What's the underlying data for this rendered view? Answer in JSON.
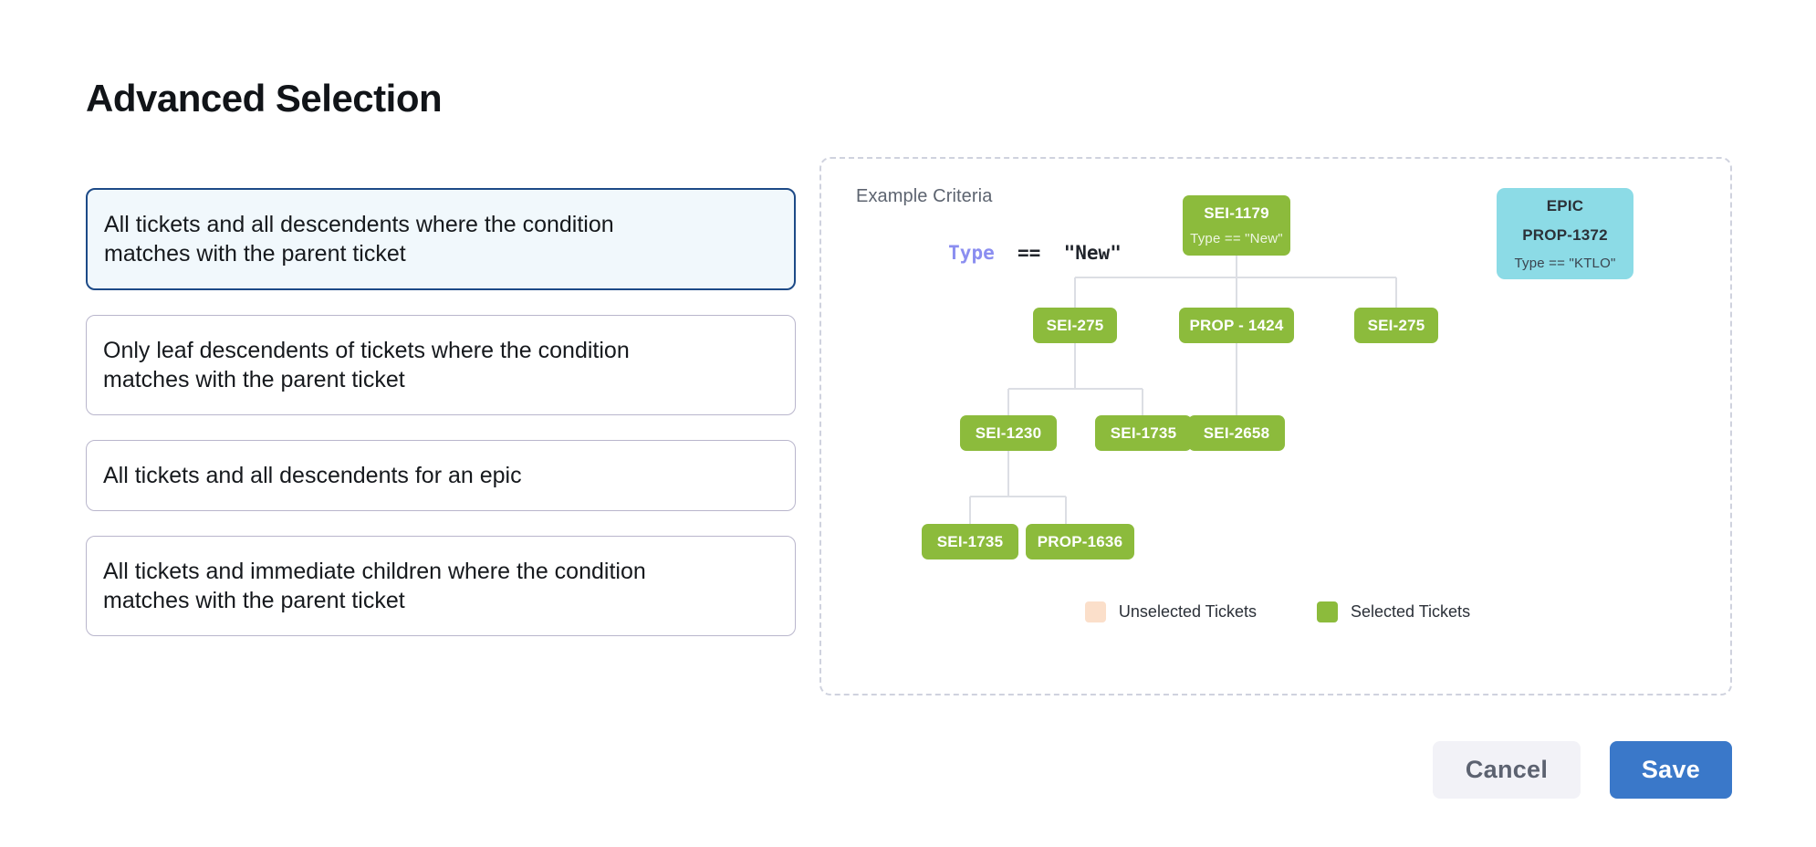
{
  "page": {
    "title": "Advanced Selection"
  },
  "options": [
    {
      "id": "all-descendents-condition",
      "label": "All tickets and all descendents where the condition matches with the parent ticket",
      "selected": true
    },
    {
      "id": "leaf-descendents-condition",
      "label": "Only leaf descendents of tickets where the condition matches with the parent ticket",
      "selected": false
    },
    {
      "id": "all-descendents-epic",
      "label": "All tickets and all descendents for an epic",
      "selected": false
    },
    {
      "id": "immediate-children-condition",
      "label": "All tickets and immediate children where the condition matches with the parent ticket",
      "selected": false
    }
  ],
  "diagram": {
    "criteria_label": "Example Criteria",
    "criteria_field": "Type",
    "criteria_operator": "==",
    "criteria_value": "\"New\"",
    "nodes": {
      "root": {
        "label": "SEI-1179",
        "sub": "Type == \"New\""
      },
      "epic": {
        "line1": "EPIC",
        "line2": "PROP-1372",
        "sub": "Type == \"KTLO\""
      },
      "r2c1": {
        "label": "SEI-275"
      },
      "r2c2": {
        "label": "PROP - 1424"
      },
      "r2c3": {
        "label": "SEI-275"
      },
      "r3c1": {
        "label": "SEI-1230"
      },
      "r3c2": {
        "label": "SEI-1735"
      },
      "r3c3": {
        "label": "SEI-2658"
      },
      "r4c1": {
        "label": "SEI-1735"
      },
      "r4c2": {
        "label": "PROP-1636"
      }
    },
    "legend": [
      {
        "id": "unselected",
        "label": "Unselected Tickets",
        "color": "#fbdfca"
      },
      {
        "id": "selected",
        "label": "Selected Tickets",
        "color": "#8cbb3c"
      }
    ]
  },
  "footer": {
    "cancel_label": "Cancel",
    "save_label": "Save"
  },
  "colors": {
    "selected_node": "#8cbb3c",
    "epic_node": "#8cdbe6",
    "unselected_node": "#fbdfca",
    "primary_button": "#3a78c9",
    "selected_card_border": "#1d4a87",
    "selected_card_bg": "#f1f8fc",
    "criteria_field": "#8b8ef0",
    "connector": "#dcdee4"
  }
}
